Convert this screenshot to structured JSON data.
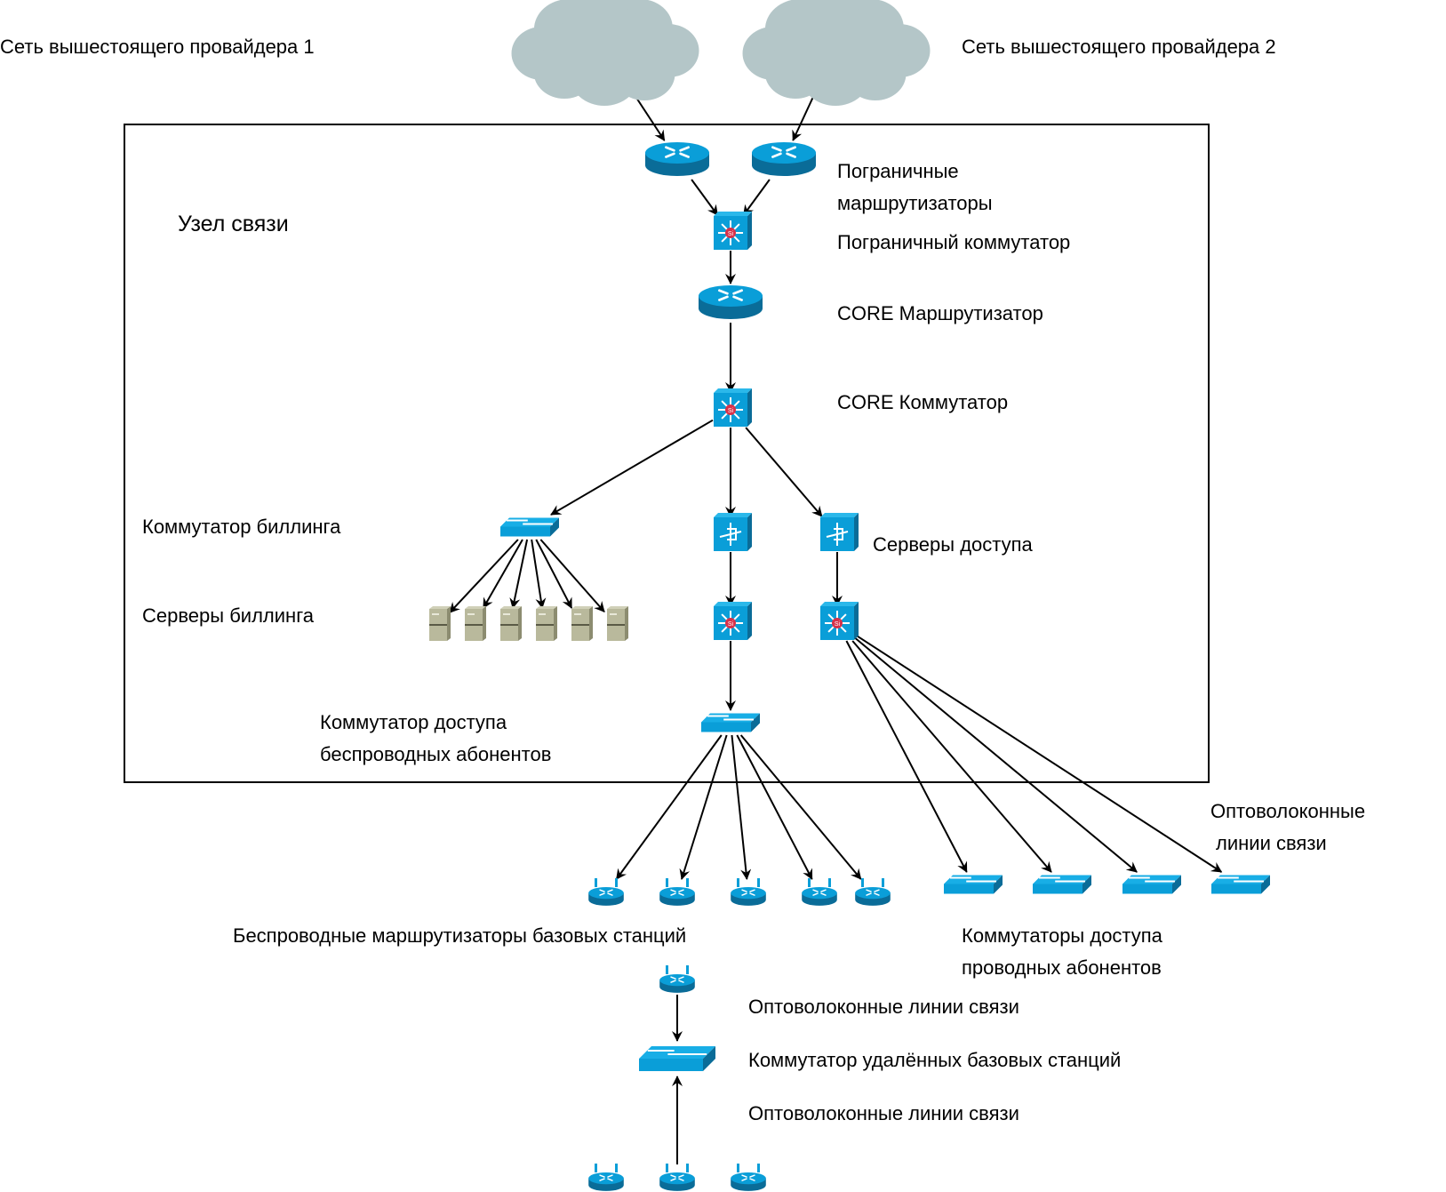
{
  "title": "Узел связи",
  "colors": {
    "device_blue": "#0a9ed8",
    "device_dark": "#0a6c98",
    "cloud": "#b4c6c8",
    "server": "#b9b99c",
    "si_red": "#d8314a"
  },
  "labels": {
    "provider1": "Сеть вышестоящего провайдера 1",
    "provider2": "Сеть вышестоящего провайдера 2",
    "node": "Узел связи",
    "border_routers_1": "Пограничные",
    "border_routers_2": "маршрутизаторы",
    "border_switch": "Пограничный коммутатор",
    "core_router": "CORE Маршрутизатор",
    "core_switch": "CORE Коммутатор",
    "billing_switch": "Коммутатор биллинга",
    "billing_servers": "Серверы биллинга",
    "access_servers": "Серверы доступа",
    "wireless_access_switch_1": "Коммутатор доступа",
    "wireless_access_switch_2": "беспроводных абонентов",
    "fiber_right_1": "Оптоволоконные",
    "fiber_right_2": "линии связи",
    "wireless_bs_routers": "Беспроводные маршрутизаторы базовых станций",
    "wired_access_switches_1": "Коммутаторы доступа",
    "wired_access_switches_2": "проводных абонентов",
    "fiber_lower_1": "Оптоволоконные линии связи",
    "remote_bs_switch": "Коммутатор удалённых базовых станций",
    "fiber_lower_2": "Оптоволоконные линии связи"
  },
  "nodes": [
    {
      "id": "cloud1",
      "type": "cloud",
      "name": "upstream-provider-1-cloud"
    },
    {
      "id": "cloud2",
      "type": "cloud",
      "name": "upstream-provider-2-cloud"
    },
    {
      "id": "br1",
      "type": "router",
      "name": "border-router-1"
    },
    {
      "id": "br2",
      "type": "router",
      "name": "border-router-2"
    },
    {
      "id": "bsw",
      "type": "l3switch",
      "name": "border-switch"
    },
    {
      "id": "core_r",
      "type": "router",
      "name": "core-router"
    },
    {
      "id": "core_s",
      "type": "l3switch",
      "name": "core-switch"
    },
    {
      "id": "bill_sw",
      "type": "switch",
      "name": "billing-switch"
    },
    {
      "id": "acc_srv1",
      "type": "access_server",
      "name": "access-server-1"
    },
    {
      "id": "acc_srv2",
      "type": "access_server",
      "name": "access-server-2"
    },
    {
      "id": "bill1",
      "type": "server",
      "name": "billing-server-1"
    },
    {
      "id": "bill2",
      "type": "server",
      "name": "billing-server-2"
    },
    {
      "id": "bill3",
      "type": "server",
      "name": "billing-server-3"
    },
    {
      "id": "bill4",
      "type": "server",
      "name": "billing-server-4"
    },
    {
      "id": "bill5",
      "type": "server",
      "name": "billing-server-5"
    },
    {
      "id": "bill6",
      "type": "server",
      "name": "billing-server-6"
    },
    {
      "id": "l3a",
      "type": "l3switch",
      "name": "wireless-distribution-switch"
    },
    {
      "id": "l3b",
      "type": "l3switch",
      "name": "wired-distribution-switch"
    },
    {
      "id": "wl_sw",
      "type": "switch",
      "name": "wireless-access-switch"
    },
    {
      "id": "wr1",
      "type": "wrouter",
      "name": "wireless-bs-router-1"
    },
    {
      "id": "wr2",
      "type": "wrouter",
      "name": "wireless-bs-router-2"
    },
    {
      "id": "wr3",
      "type": "wrouter",
      "name": "wireless-bs-router-3"
    },
    {
      "id": "wr4",
      "type": "wrouter",
      "name": "wireless-bs-router-4"
    },
    {
      "id": "wr5",
      "type": "wrouter",
      "name": "wireless-bs-router-5"
    },
    {
      "id": "as1",
      "type": "switch",
      "name": "wired-access-switch-1"
    },
    {
      "id": "as2",
      "type": "switch",
      "name": "wired-access-switch-2"
    },
    {
      "id": "as3",
      "type": "switch",
      "name": "wired-access-switch-3"
    },
    {
      "id": "as4",
      "type": "switch",
      "name": "wired-access-switch-4"
    },
    {
      "id": "rwr_top",
      "type": "wrouter",
      "name": "remote-bs-router-top"
    },
    {
      "id": "rsw",
      "type": "switch_big",
      "name": "remote-bs-switch"
    },
    {
      "id": "rwr1",
      "type": "wrouter",
      "name": "remote-bs-router-1"
    },
    {
      "id": "rwr2",
      "type": "wrouter",
      "name": "remote-bs-router-2"
    },
    {
      "id": "rwr3",
      "type": "wrouter",
      "name": "remote-bs-router-3"
    }
  ],
  "edges": [
    [
      "cloud1",
      "br1"
    ],
    [
      "cloud2",
      "br2"
    ],
    [
      "br1",
      "bsw"
    ],
    [
      "br2",
      "bsw"
    ],
    [
      "bsw",
      "core_r"
    ],
    [
      "core_r",
      "core_s"
    ],
    [
      "core_s",
      "bill_sw"
    ],
    [
      "core_s",
      "acc_srv1"
    ],
    [
      "core_s",
      "acc_srv2"
    ],
    [
      "bill_sw",
      "bill1"
    ],
    [
      "bill_sw",
      "bill2"
    ],
    [
      "bill_sw",
      "bill3"
    ],
    [
      "bill_sw",
      "bill4"
    ],
    [
      "bill_sw",
      "bill5"
    ],
    [
      "bill_sw",
      "bill6"
    ],
    [
      "acc_srv1",
      "l3a"
    ],
    [
      "acc_srv2",
      "l3b"
    ],
    [
      "l3a",
      "wl_sw"
    ],
    [
      "wl_sw",
      "wr1"
    ],
    [
      "wl_sw",
      "wr2"
    ],
    [
      "wl_sw",
      "wr3"
    ],
    [
      "wl_sw",
      "wr4"
    ],
    [
      "wl_sw",
      "wr5"
    ],
    [
      "l3b",
      "as1"
    ],
    [
      "l3b",
      "as2"
    ],
    [
      "l3b",
      "as3"
    ],
    [
      "l3b",
      "as4"
    ],
    [
      "rwr_top",
      "rsw"
    ],
    [
      "rwr2",
      "rsw"
    ]
  ]
}
